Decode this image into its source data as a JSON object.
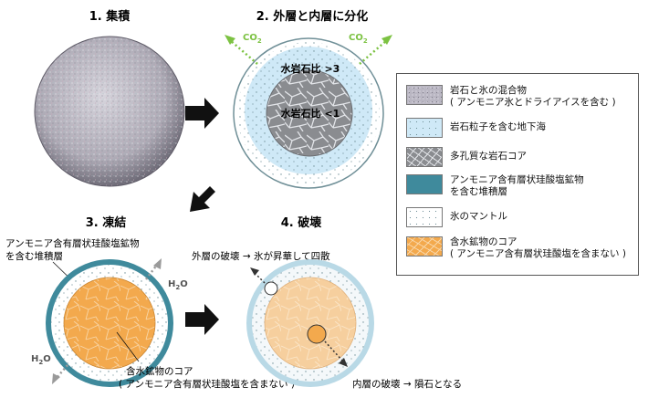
{
  "stages": {
    "s1": "1. 集積",
    "s2": "2. 外層と内層に分化",
    "s3": "3. 凍結",
    "s4": "4. 破壊"
  },
  "stage2": {
    "outer_ratio": "水岩石比 >3",
    "inner_ratio": "水岩石比 <1",
    "co2_left": "CO",
    "co2_right": "CO",
    "co2_sub": "2"
  },
  "stage3": {
    "top_label_line1": "アンモニア含有層状珪酸塩鉱物",
    "top_label_line2": "を含む堆積層",
    "core_label_line1": "含水鉱物のコア",
    "core_label_line2": "( アンモニア含有層状珪酸塩を含まない )",
    "h2o_main": "H",
    "h2o_sub": "2",
    "h2o_o": "O"
  },
  "stage4": {
    "outer_break": "外層の破壊 → 氷が昇華して四散",
    "inner_break": "内層の破壊 → 隕石となる"
  },
  "legend": [
    {
      "text": "岩石と氷の混合物\n( アンモニア氷とドライアイスを含む )",
      "color": "#b9b6c2"
    },
    {
      "text": "岩石粒子を含む地下海",
      "color": "#cfe9f7"
    },
    {
      "text": "多孔質な岩石コア",
      "color": "#8a8c90"
    },
    {
      "text": "アンモニア含有層状珪酸塩鉱物\nを含む堆積層",
      "color": "#3f8a9c"
    },
    {
      "text": "氷のマントル",
      "color": "#ffffff"
    },
    {
      "text": "含水鉱物のコア\n( アンモニア含有層状珪酸塩を含まない )",
      "color": "#f3a94d"
    }
  ],
  "colors": {
    "arrow": "#111111",
    "co2": "#7cc242",
    "ocean": "#cfe9f7",
    "sediment": "#3f8a9c",
    "core": "#f3a94d"
  }
}
